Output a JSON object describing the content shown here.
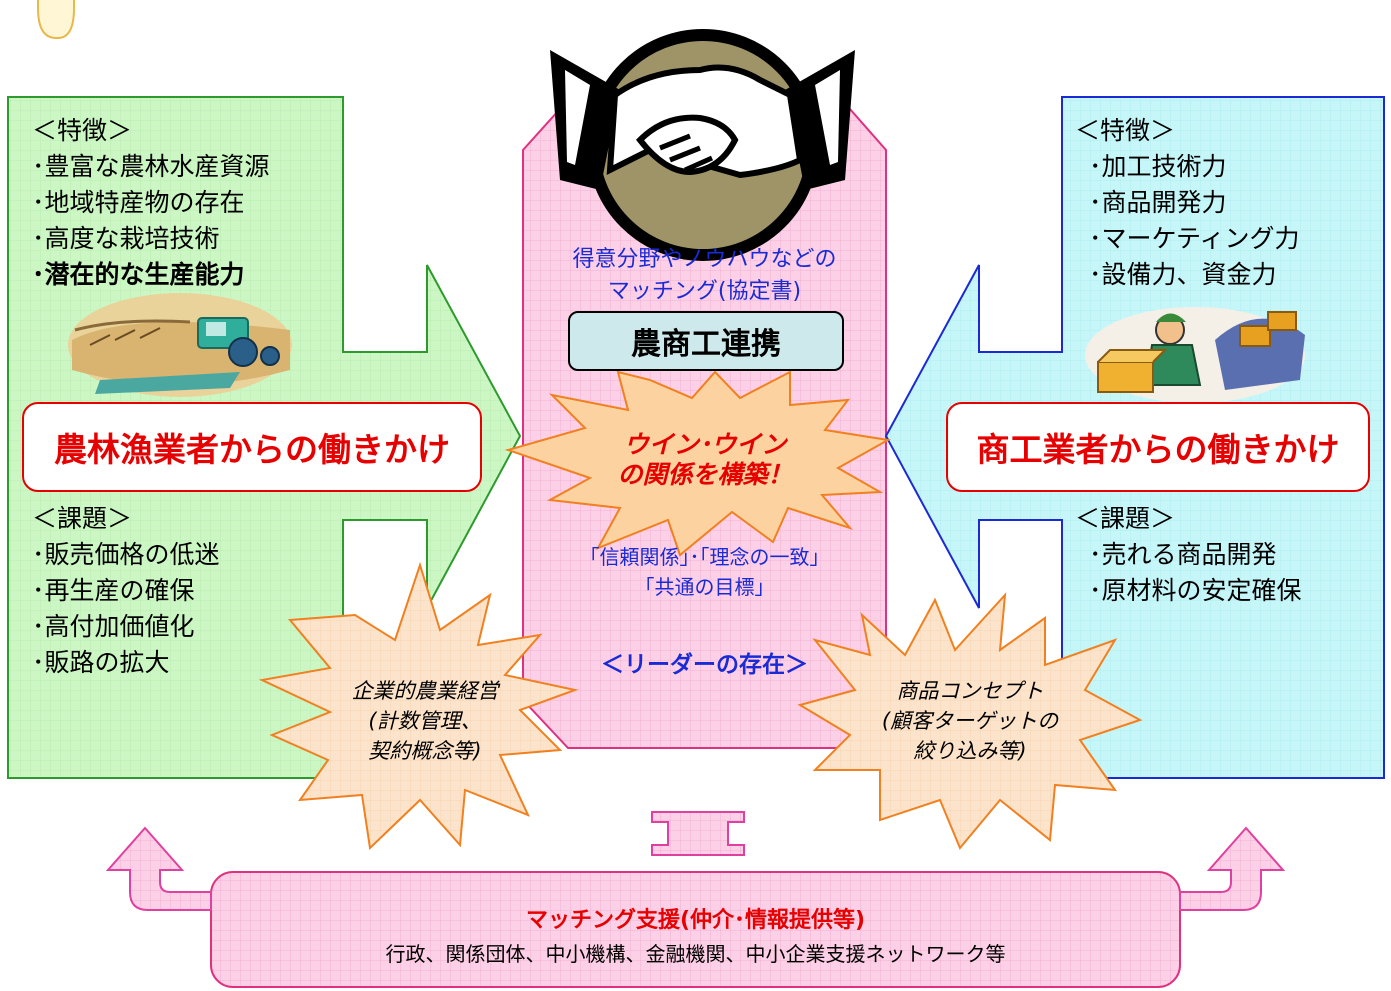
{
  "left": {
    "features_heading": "＜特徴＞",
    "features": [
      "･豊富な農林水産資源",
      "･地域特産物の存在",
      "･高度な栽培技術",
      "･潜在的な生産能力"
    ],
    "banner": "農林漁業者からの働きかけ",
    "issues_heading": "＜課題＞",
    "issues": [
      "･販売価格の低迷",
      "･再生産の確保",
      "･高付加価値化",
      "･販路の拡大"
    ]
  },
  "right": {
    "features_heading": "＜特徴＞",
    "features": [
      "･加工技術力",
      "･商品開発力",
      "･マーケティング力",
      "･設備力、資金力"
    ],
    "banner": "商工業者からの働きかけ",
    "issues_heading": "＜課題＞",
    "issues": [
      "･売れる商品開発",
      "･原材料の安定確保"
    ]
  },
  "center": {
    "matching_line1": "得意分野やノウハウなどの",
    "matching_line2": "マッチング(協定書)",
    "title": "農商工連携",
    "winwin_line1": "ウイン･ウイン",
    "winwin_line2": "の関係を構築！",
    "trust_line1": "｢信頼関係｣･｢理念の一致｣",
    "trust_line2": "｢共通の目標｣",
    "leader": "＜リーダーの存在＞"
  },
  "burst_left": {
    "lines": [
      "企業的農業経営",
      "(計数管理、",
      "契約概念等)"
    ]
  },
  "burst_right": {
    "lines": [
      "商品コンセプト",
      "(顧客ターゲットの",
      "絞り込み等)"
    ]
  },
  "bottom": {
    "title": "マッチング支援(仲介･情報提供等)",
    "text": "行政、関係団体、中小機構、金融機関、中小企業支援ネットワーク等"
  },
  "colors": {
    "left_panel": "#ccf7c4",
    "left_border": "#2e9a2e",
    "right_panel": "#c7f6f9",
    "right_border": "#1a2bd6",
    "pink": "#fcd0e6",
    "burst_fill": "#fce4cc",
    "burst_stroke": "#f08020",
    "winwin_fill": "#fcd3a0",
    "red": "#e60000",
    "blue": "#1a2bd6"
  },
  "icons": [
    "handshake-icon",
    "tractor-icon",
    "factory-worker-icon"
  ]
}
